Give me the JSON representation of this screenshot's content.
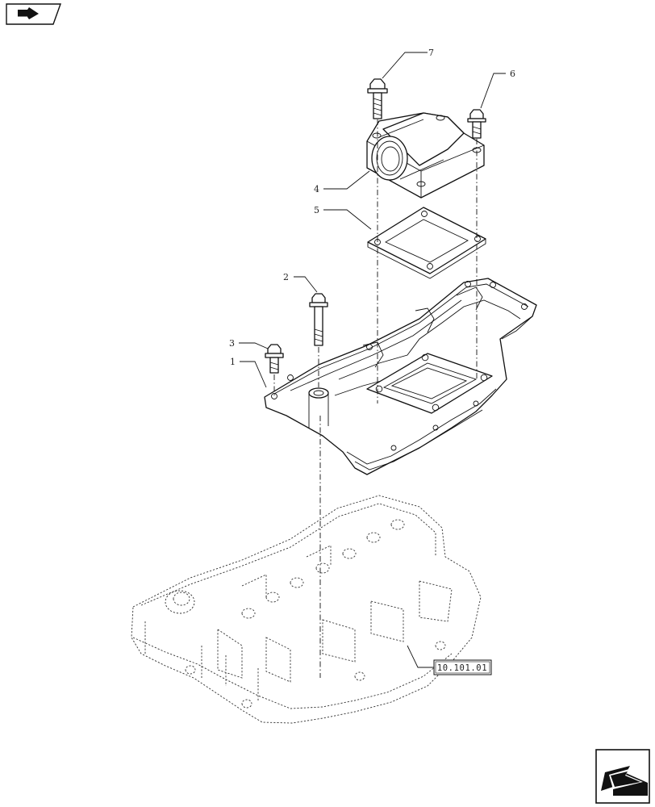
{
  "callouts": {
    "c1": "1",
    "c2": "2",
    "c3": "3",
    "c4": "4",
    "c5": "5",
    "c6": "6",
    "c7": "7"
  },
  "reference": {
    "label": "10.101.01"
  },
  "icons": {
    "top_left": "book-arrow-icon",
    "bottom_right": "next-page-arrow-icon"
  }
}
